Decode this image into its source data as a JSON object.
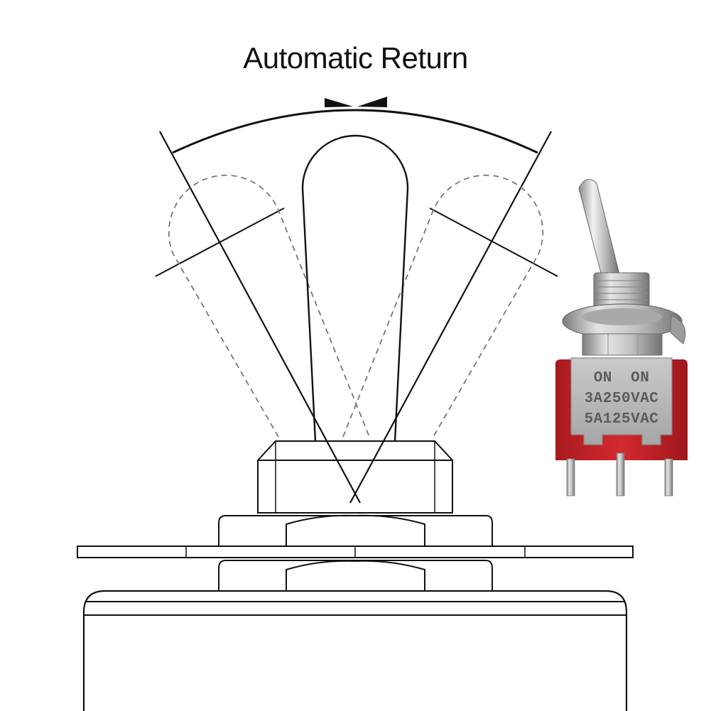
{
  "diagram": {
    "title": "Automatic Return"
  },
  "switch_photo": {
    "plate_markings": [
      "ON  ON",
      "3A250VAC",
      "5A125VAC"
    ]
  },
  "colors": {
    "line": "#111111",
    "dashed": "#777777",
    "body_red": "#c9252b",
    "metal": "#b9b9b9"
  }
}
